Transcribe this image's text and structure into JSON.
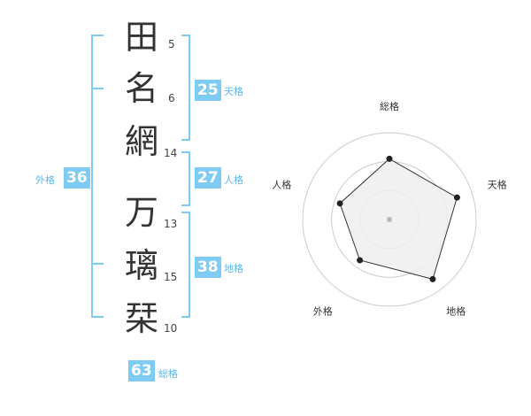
{
  "name": {
    "chars": [
      {
        "char": "田",
        "strokes": "5"
      },
      {
        "char": "名",
        "strokes": "6"
      },
      {
        "char": "網",
        "strokes": "14"
      },
      {
        "char": "万",
        "strokes": "13"
      },
      {
        "char": "璃",
        "strokes": "15"
      },
      {
        "char": "栞",
        "strokes": "10"
      }
    ]
  },
  "kaku": {
    "tenkaku": {
      "value": "25",
      "label": "天格"
    },
    "jinkaku": {
      "value": "27",
      "label": "人格"
    },
    "chikaku": {
      "value": "38",
      "label": "地格"
    },
    "gaikaku": {
      "value": "36",
      "label": "外格"
    },
    "soukaku": {
      "value": "63",
      "label": "総格"
    }
  },
  "chart_data": {
    "type": "radar",
    "axes": [
      "総格",
      "天格",
      "地格",
      "外格",
      "人格"
    ],
    "values": [
      0.7,
      0.82,
      0.85,
      0.58,
      0.6
    ],
    "max": 1,
    "rings": 3,
    "colors": {
      "fill": "#efefef",
      "line": "#333333",
      "ring": "#cccccc",
      "point": "#222222",
      "center": "#bbbbbb"
    }
  }
}
